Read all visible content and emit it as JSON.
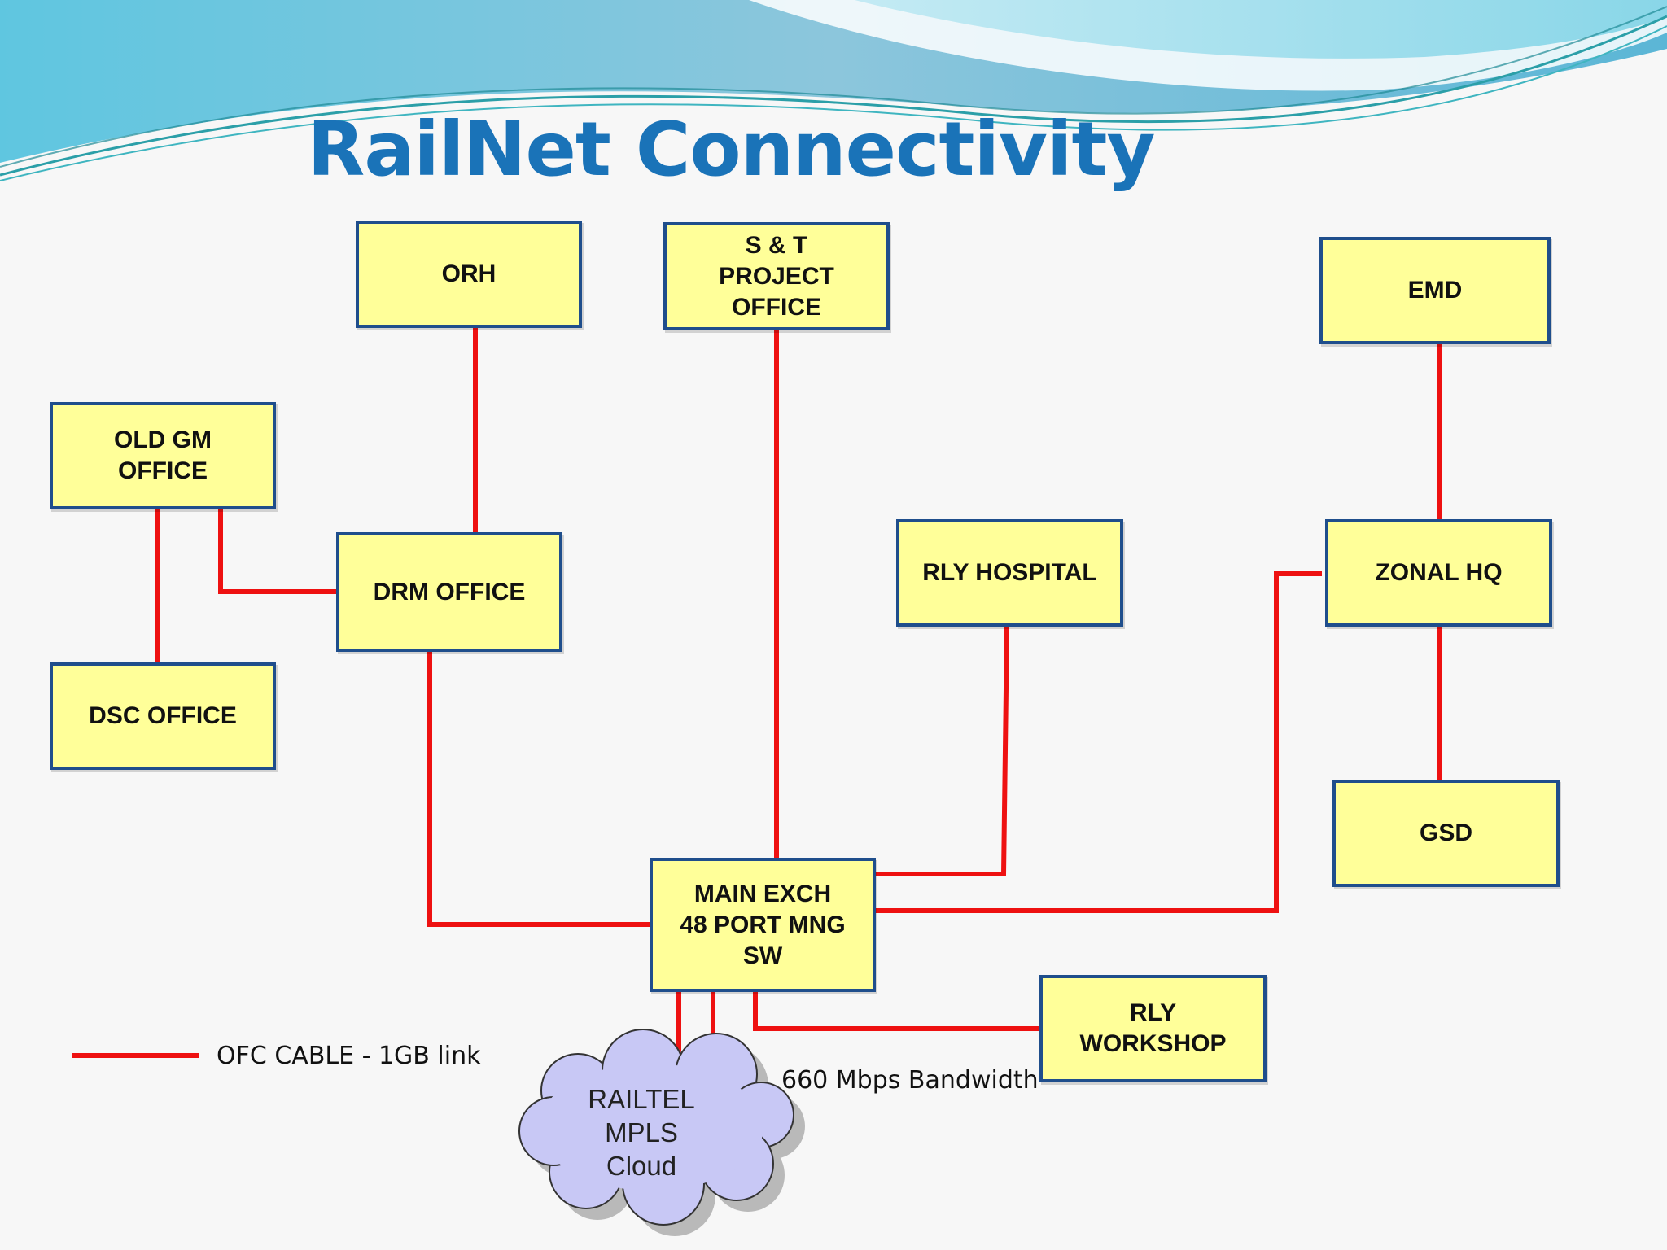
{
  "title": "RailNet Connectivity",
  "colors": {
    "link": "#ee1111",
    "node_fill": "#ffff99",
    "node_border": "#1f4e8c",
    "cloud_fill": "#c8c8f5",
    "title": "#1a73b8"
  },
  "nodes": {
    "orh": "ORH",
    "st_project_office": "S & T\nPROJECT\nOFFICE",
    "emd": "EMD",
    "old_gm_office": "OLD GM\nOFFICE",
    "drm_office": "DRM OFFICE",
    "rly_hospital": "RLY HOSPITAL",
    "zonal_hq": "ZONAL HQ",
    "dsc_office": "DSC OFFICE",
    "gsd": "GSD",
    "main_exch": "MAIN EXCH\n48 PORT MNG\nSW",
    "rly_workshop": "RLY\nWORKSHOP"
  },
  "cloud": {
    "label": "RAILTEL\nMPLS\nCloud",
    "bandwidth_label": "660 Mbps Bandwidth"
  },
  "legend": {
    "label": "OFC CABLE - 1GB link"
  },
  "edges": [
    [
      "orh",
      "drm_office"
    ],
    [
      "old_gm_office",
      "dsc_office"
    ],
    [
      "old_gm_office",
      "drm_office"
    ],
    [
      "drm_office",
      "main_exch"
    ],
    [
      "st_project_office",
      "main_exch"
    ],
    [
      "rly_hospital",
      "main_exch"
    ],
    [
      "zonal_hq",
      "main_exch"
    ],
    [
      "emd",
      "zonal_hq"
    ],
    [
      "zonal_hq",
      "gsd"
    ],
    [
      "main_exch",
      "rly_workshop"
    ],
    [
      "main_exch",
      "cloud"
    ],
    [
      "main_exch",
      "cloud"
    ]
  ]
}
